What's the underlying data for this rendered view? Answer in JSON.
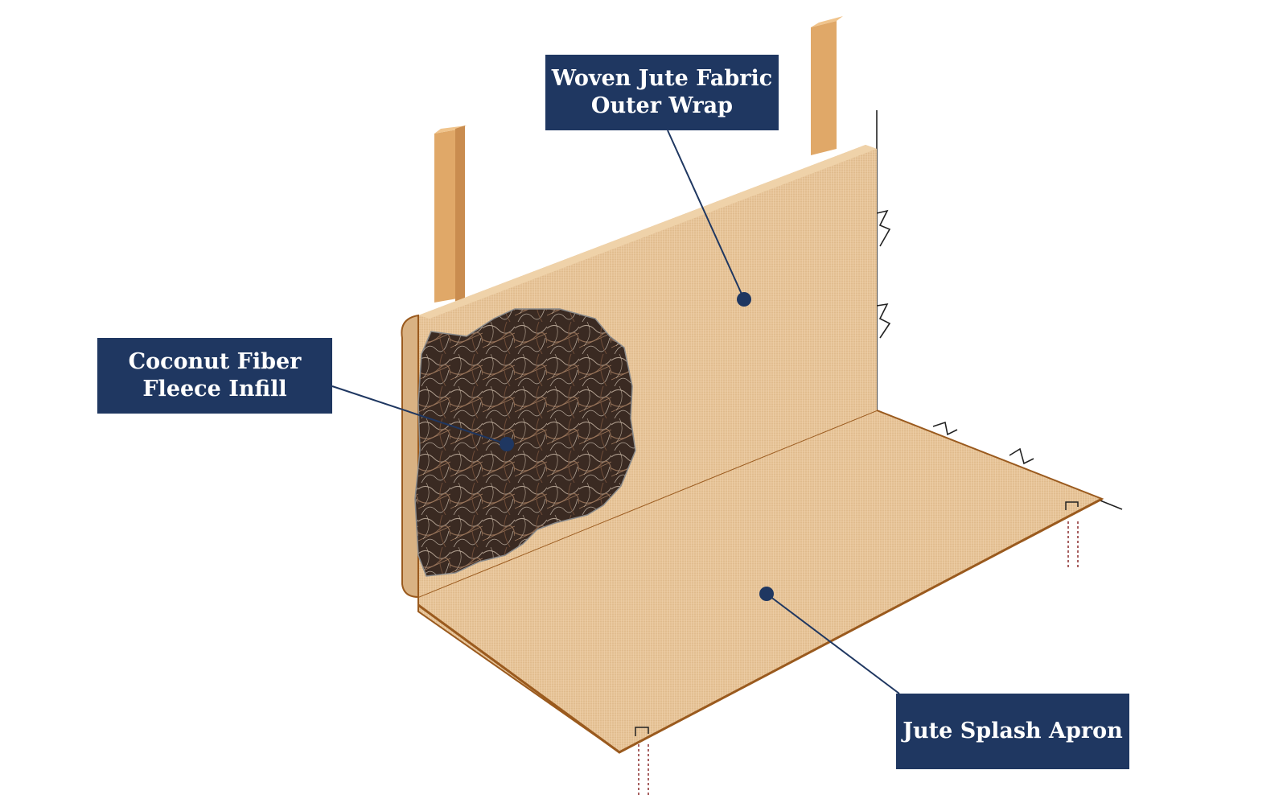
{
  "labels": {
    "outer_wrap": {
      "line1": "Woven Jute Fabric",
      "line2": "Outer Wrap"
    },
    "infill": {
      "line1": "Coconut Fiber",
      "line2": "Fleece Infill"
    },
    "apron": {
      "line1": "Jute Splash Apron"
    }
  },
  "colors": {
    "label_background": "#1f3761",
    "label_text": "#ffffff",
    "jute_fabric": "#e6c397",
    "jute_edge": "#9a5a1e",
    "wood_stake": "#e0a868",
    "coir_fill": "#3a2a22",
    "leader_line": "#1f3761"
  },
  "icons": {
    "stakes": "wooden-stake-icon",
    "staples": "staple-icon",
    "ground_break": "zigzag-break-icon"
  }
}
